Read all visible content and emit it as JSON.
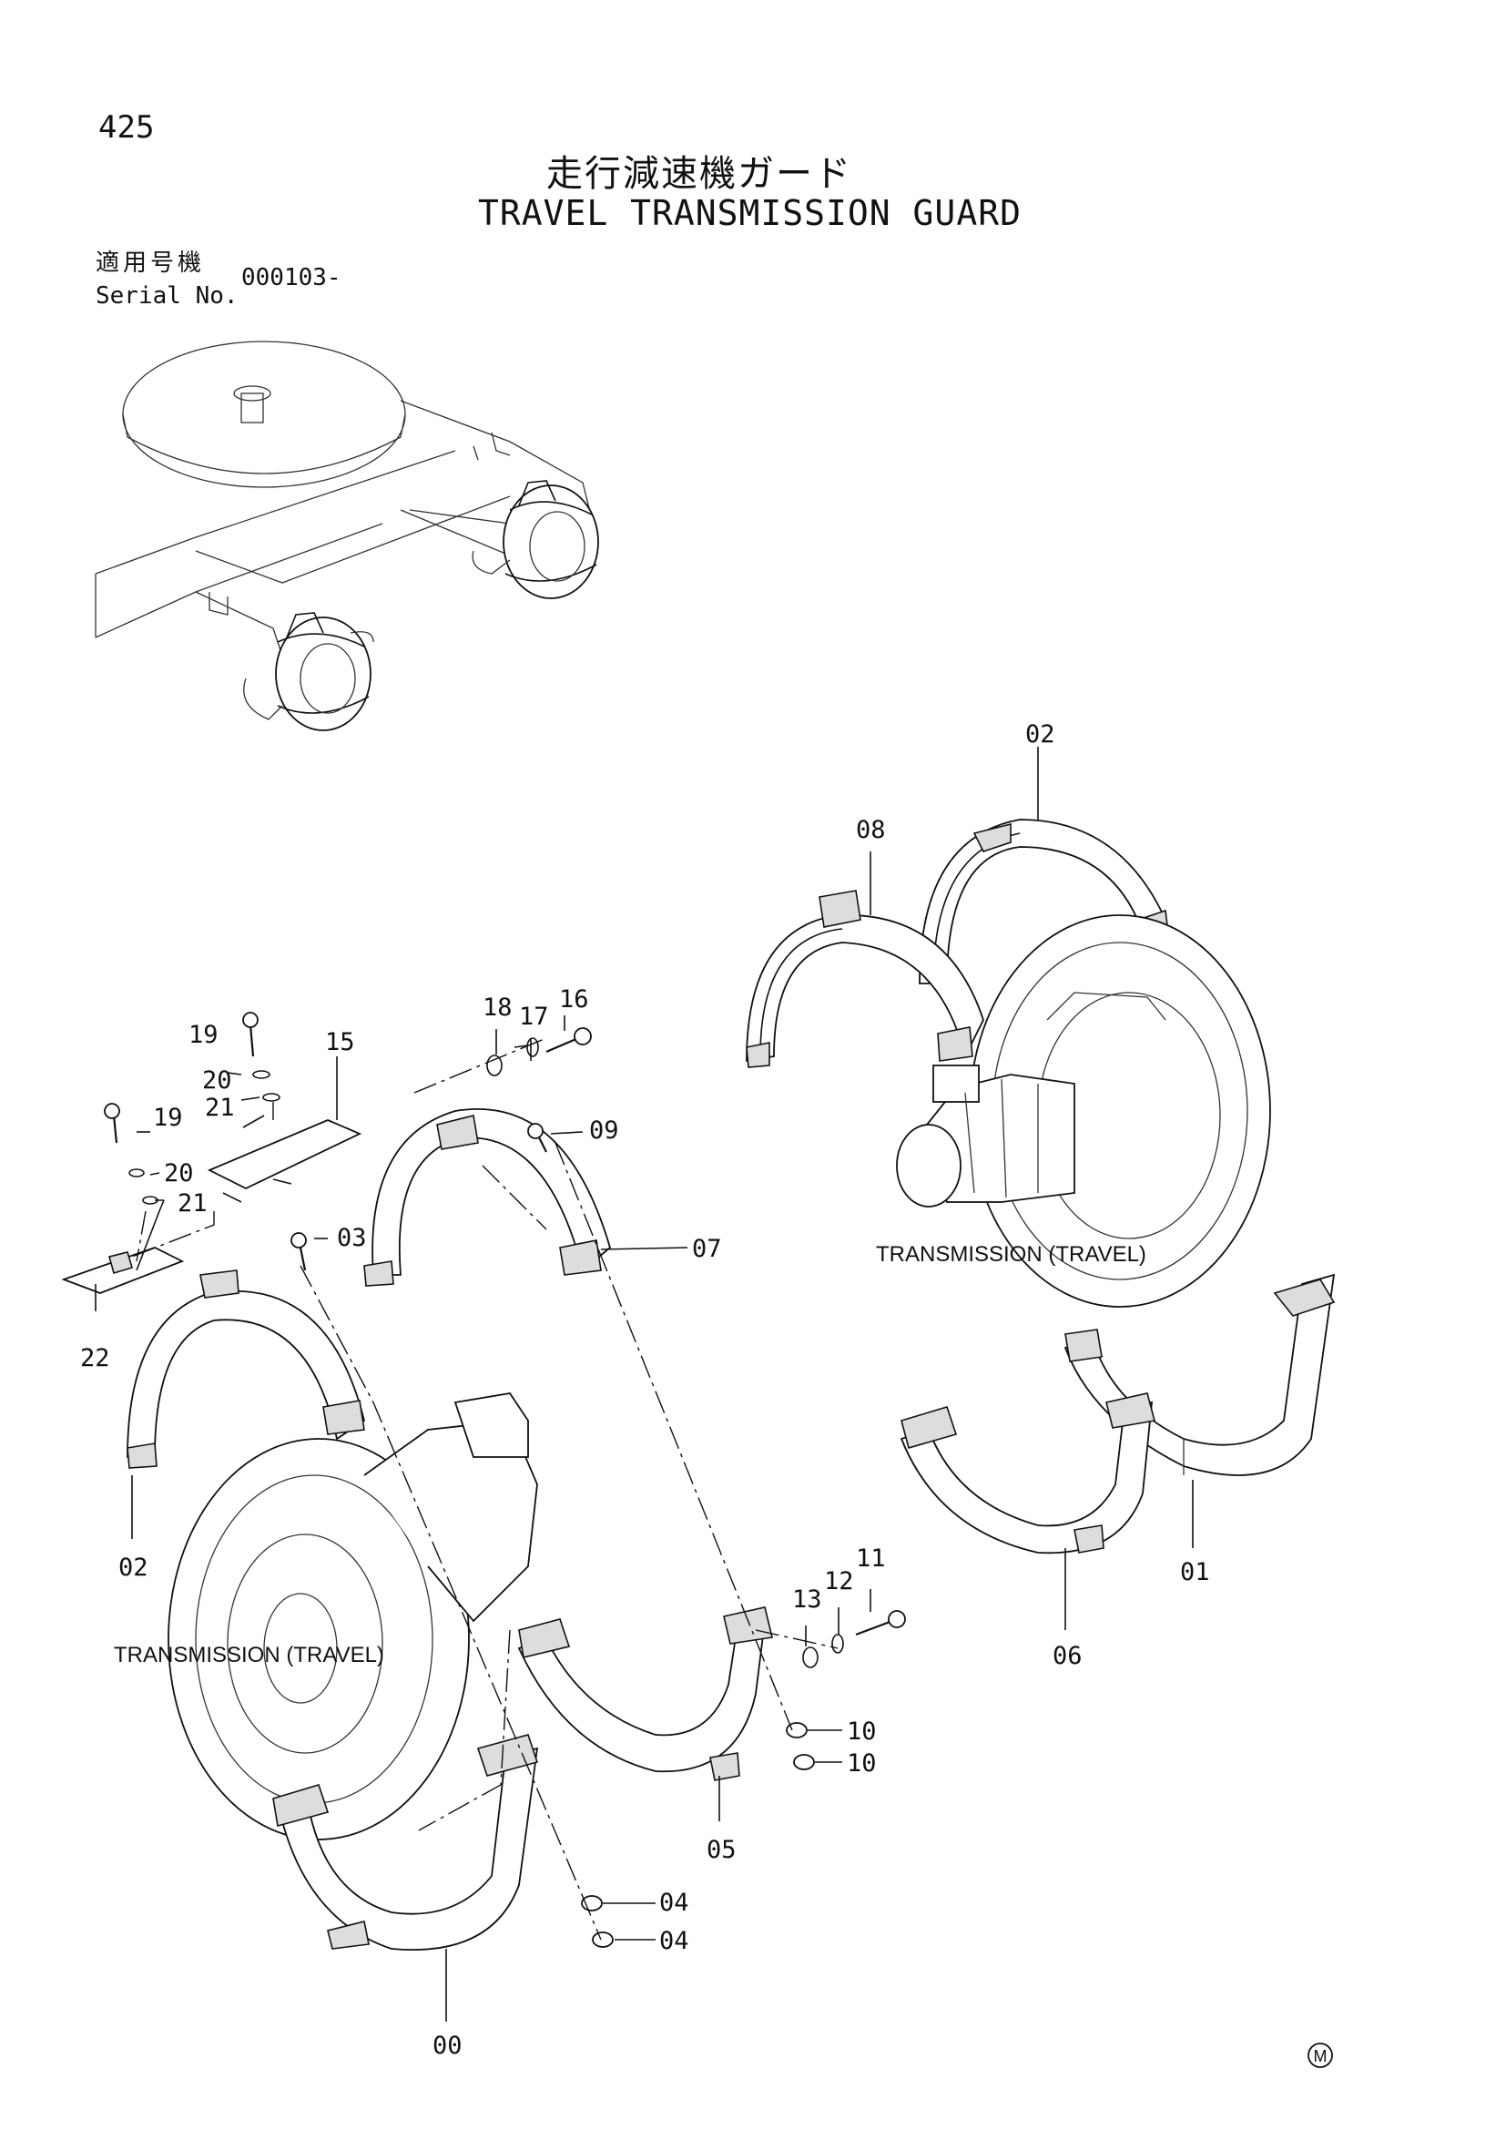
{
  "header": {
    "page_number": "425",
    "title_jp": "走行減速機ガード",
    "title_en": "TRAVEL TRANSMISSION GUARD",
    "serial_label_jp": "適用号機",
    "serial_label_en": "Serial No.",
    "serial_value": "000103-"
  },
  "callouts": {
    "left": "TRANSMISSION (TRAVEL)",
    "right": "TRANSMISSION (TRAVEL)"
  },
  "parts": {
    "p00": "00",
    "p01": "01",
    "p02_top": "02",
    "p02_left": "02",
    "p03": "03",
    "p04_a": "04",
    "p04_b": "04",
    "p05": "05",
    "p06": "06",
    "p07": "07",
    "p08": "08",
    "p09": "09",
    "p10_a": "10",
    "p10_b": "10",
    "p11": "11",
    "p12": "12",
    "p13": "13",
    "p15": "15",
    "p16": "16",
    "p17": "17",
    "p18": "18",
    "p19_a": "19",
    "p19_b": "19",
    "p20_a": "20",
    "p20_b": "20",
    "p21_a": "21",
    "p21_b": "21",
    "p22": "22"
  },
  "footer": {
    "mark": "M"
  }
}
